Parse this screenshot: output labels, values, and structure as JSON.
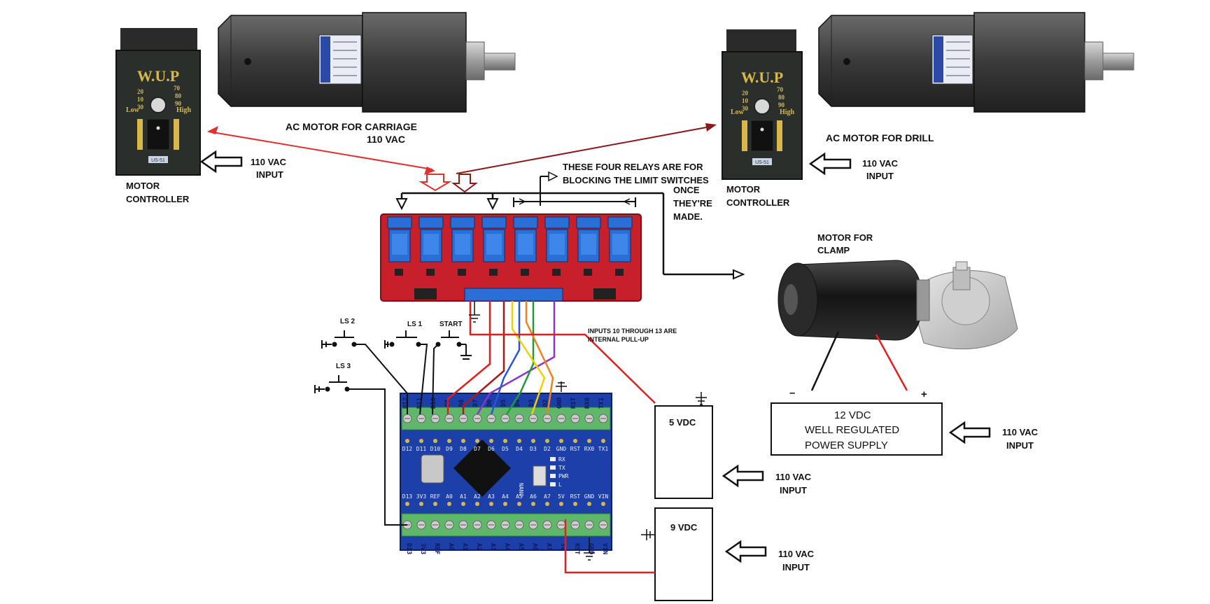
{
  "motor_controller": {
    "brand": "W.U.P",
    "dial_low": "Low",
    "dial_high": "High",
    "model": "US-51",
    "dial_marks": [
      "20",
      "10",
      "30",
      "70",
      "80",
      "90"
    ],
    "label_line1": "MOTOR",
    "label_line2": "CONTROLLER"
  },
  "carriage_motor": {
    "line1": "AC  MOTOR FOR CARRIAGE",
    "line2": "110 VAC"
  },
  "drill_motor": {
    "line1": "AC  MOTOR FOR DRILL"
  },
  "inputs": {
    "vac_line1": "110 VAC",
    "vac_line2": "INPUT"
  },
  "relay_note": {
    "line1": "THESE FOUR RELAYS ARE FOR",
    "line2": "BLOCKING THE LIMIT SWITCHES",
    "line3": "ONCE",
    "line4": "THEY'RE",
    "line5": "MADE."
  },
  "clamp_motor": {
    "line1": "MOTOR FOR",
    "line2": "CLAMP"
  },
  "power_supply": {
    "line1": "12 VDC",
    "line2": "WELL REGULATED",
    "line3": "POWER SUPPLY",
    "minus": "–",
    "plus": "+"
  },
  "supply_5v": "5 VDC",
  "supply_9v": "9 VDC",
  "switches": {
    "ls1": "LS 1",
    "ls2": "LS 2",
    "ls3": "LS 3",
    "start": "START"
  },
  "pullup_note": {
    "line1": "INPUTS 10 THROUGH 13 ARE",
    "line2": "INTERNAL PULL-UP"
  },
  "arduino": {
    "top_pins": [
      "D12",
      "D11",
      "D10",
      "D9",
      "D8",
      "D7",
      "D6",
      "D5",
      "D4",
      "D3",
      "D2",
      "GND",
      "RST",
      "RX0",
      "TX1"
    ],
    "bottom_pins": [
      "D13",
      "3V3",
      "REF",
      "A0",
      "A1",
      "A2",
      "A3",
      "A4",
      "A5",
      "A6",
      "A7",
      "5V",
      "RST",
      "GND",
      "VIN"
    ],
    "leds": [
      "RX",
      "TX",
      "PWR",
      "L"
    ],
    "board_name": "NANO"
  },
  "colors": {
    "red_arrow": "#e03030",
    "maroon_arrow": "#8b1a1a",
    "wire_red": "#e02020",
    "wire_dark_red": "#b01818",
    "wire_purple": "#8a35c8",
    "wire_blue": "#2a55d8",
    "wire_green": "#1e9a3a",
    "wire_yellow": "#f0d000",
    "wire_orange": "#f08020",
    "relay_board": "#c8202a",
    "relay_blue": "#2a6fd6",
    "arduino_blue": "#1d3fa8",
    "terminal_green": "#5fb86a"
  }
}
